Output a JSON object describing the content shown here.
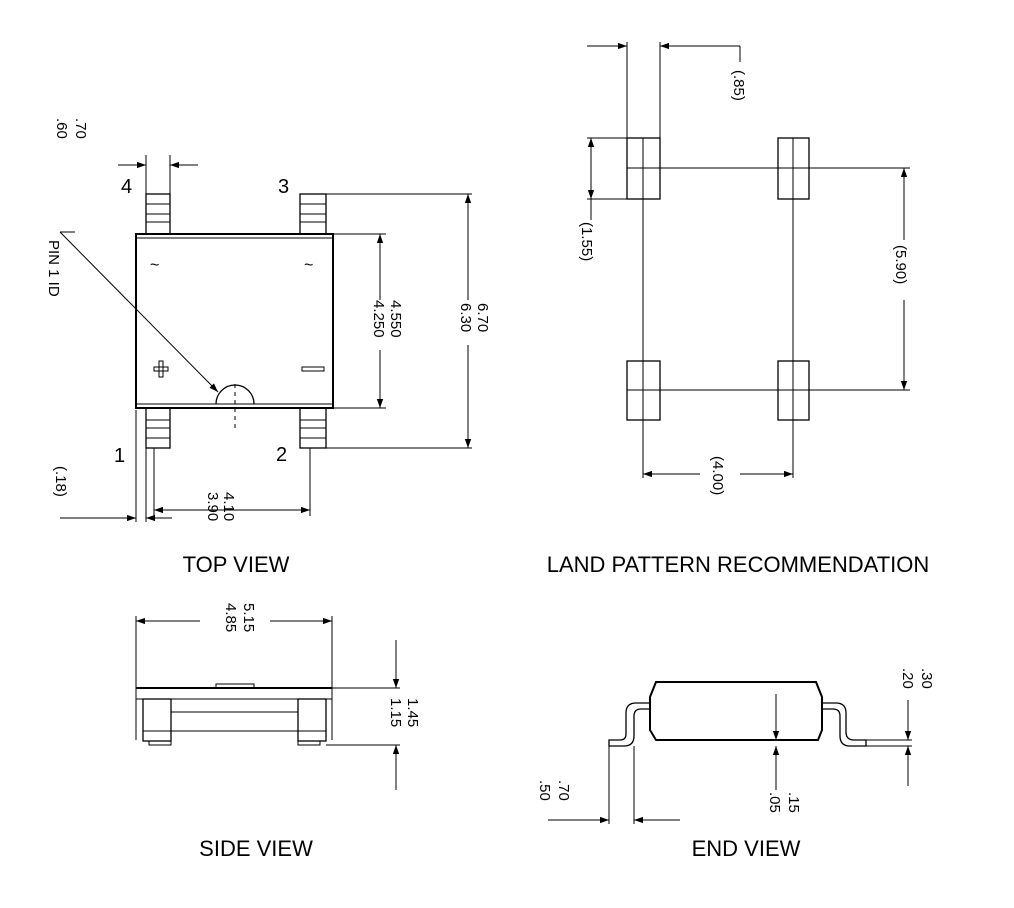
{
  "views": {
    "top": "TOP VIEW",
    "land": "LAND PATTERN RECOMMENDATION",
    "side": "SIDE VIEW",
    "end": "END VIEW"
  },
  "pins": {
    "p1": "1",
    "p2": "2",
    "p3": "3",
    "p4": "4"
  },
  "labels": {
    "pin1": "PIN 1 ID",
    "ac": "~",
    "plus": "+",
    "minus": "−"
  },
  "dims": {
    "lead_w_max": ".70",
    "lead_w_min": ".60",
    "lead_off": "(.18)",
    "pitch_max": "4.10",
    "pitch_min": "3.90",
    "body_w_max": "4.550",
    "body_w_min": "4.250",
    "overall_max": "6.70",
    "overall_min": "6.30",
    "lp_pad_w": "(.85)",
    "lp_pad_h": "(1.55)",
    "lp_span": "(5.90)",
    "lp_pitch": "(4.00)",
    "side_len_max": "5.15",
    "side_len_min": "4.85",
    "height_max": "1.45",
    "height_min": "1.15",
    "end_t_max": ".30",
    "end_t_min": ".20",
    "end_s_max": ".15",
    "end_s_min": ".05",
    "end_f_max": ".70",
    "end_f_min": ".50"
  }
}
